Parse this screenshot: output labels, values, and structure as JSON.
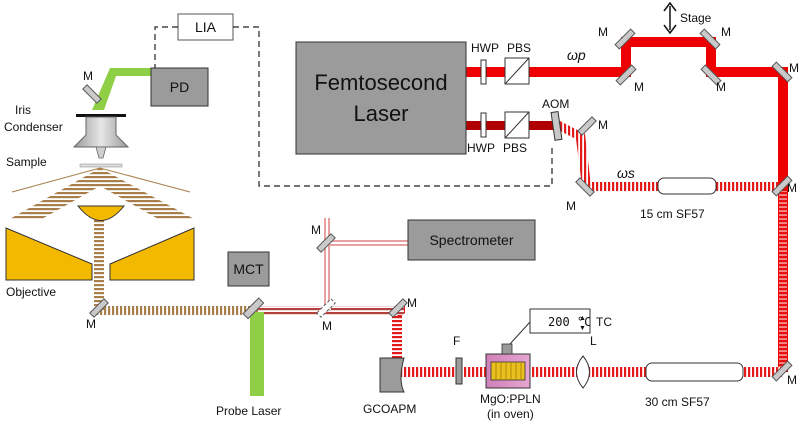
{
  "laser": {
    "line1": "Femtosecond",
    "line2": "Laser"
  },
  "boxes": {
    "lia": "LIA",
    "pd": "PD",
    "mct": "MCT",
    "spectrometer": "Spectrometer",
    "temperature_display": "200 °C"
  },
  "components": {
    "hwp": "HWP",
    "pbs": "PBS",
    "aom": "AOM",
    "stage": "Stage",
    "mirror": "M",
    "filter": "F",
    "lens": "L",
    "tc": "TC",
    "sf57_short": "15 cm SF57",
    "sf57_long": "30 cm SF57",
    "crystal_line1": "MgO:PPLN",
    "crystal_line2": "(in oven)",
    "gcoapm": "GCOAPM",
    "probe_laser": "Probe Laser",
    "objective": "Objective",
    "sample": "Sample",
    "condenser": "Condenser",
    "iris": "Iris"
  },
  "beams": {
    "pump": "ωp",
    "stokes": "ωs"
  },
  "colors": {
    "pump_beam": "#ee0000",
    "stokes_beam": "#e21a1a",
    "probe_beam": "#8ecf45",
    "mid_ir_beam": "#a87f4c",
    "objective_gold": "#f3b800",
    "box_gray": "#9b9b9b",
    "laser_dark_red": "#b00000"
  }
}
